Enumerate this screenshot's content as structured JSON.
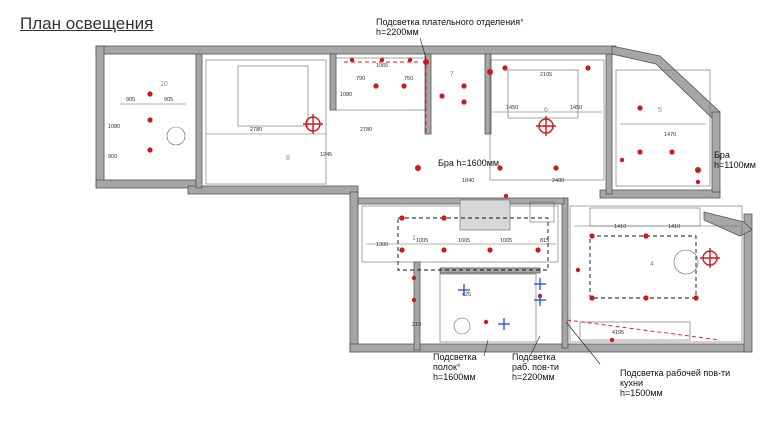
{
  "title": "План освещения",
  "colors": {
    "wall": "#a6a6a6",
    "wall_edge": "#555555",
    "light_marker": "#d01818",
    "blue_marker": "#1f4fd1",
    "floor_grid": "#cfcfcf"
  },
  "annotations": {
    "wardrobe_light": {
      "label": "Подсветка плательного отделения",
      "star": "*",
      "height": "h=2200мм"
    },
    "sconce_center": {
      "label": "Бра h=1600мм"
    },
    "sconce_right": {
      "label": "Бра",
      "height": "h=1100мм"
    },
    "shelf_light": {
      "label_1": "Подсветка",
      "label_2": "полок",
      "star": "*",
      "height": "h=1600мм"
    },
    "work_surface_light": {
      "label_1": "Подсветка",
      "label_2": "раб. пов-ти",
      "height": "h=2200мм"
    },
    "kitchen_light": {
      "label_1": "Подсветка рабочей пов-ти",
      "label_2": "кухни",
      "height": "h=1500мм"
    }
  },
  "room_numbers": [
    "10",
    "8",
    "7",
    "6",
    "5",
    "4",
    "1"
  ],
  "dimensions": [
    "905",
    "905",
    "1080",
    "900",
    "2780",
    "2780",
    "1080",
    "1245",
    "1065",
    "790",
    "750",
    "1450",
    "1450",
    "2105",
    "1840",
    "2400",
    "1300",
    "1005",
    "1005",
    "1005",
    "815",
    "1410",
    "1410",
    "1470",
    "425",
    "210",
    "4195"
  ],
  "icons": [
    "ceiling-light-icon",
    "spot-light-icon",
    "blue-spot-icon",
    "sconce-icon"
  ]
}
